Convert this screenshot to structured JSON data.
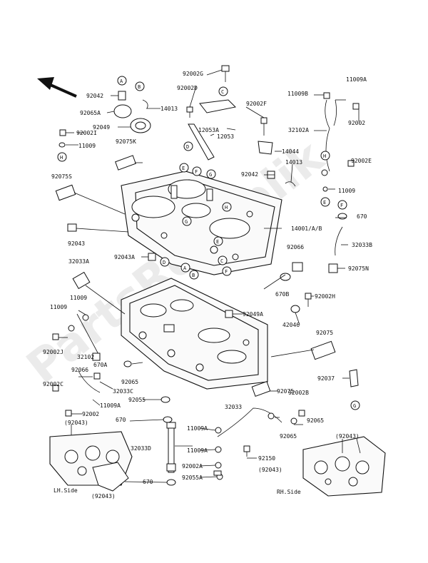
{
  "watermark": "PartsRepublik",
  "sides": {
    "left": "LH.Side",
    "right": "RH.Side"
  },
  "labels": {
    "p92002G": "92002G",
    "p92042": "92042",
    "p92065A": "92065A",
    "p14013a": "14013",
    "p92049": "92049",
    "p92002D": "92002D",
    "p12053A": "12053A",
    "p12053": "12053",
    "p92002I": "92002I",
    "p11009a": "11009",
    "p92075K": "92075K",
    "p92002F": "92002F",
    "p14044": "14044",
    "p92042b": "92042",
    "p14013b": "14013",
    "p11009A_tr": "11009A",
    "p11009B_tr": "11009B",
    "p32102A": "32102A",
    "p92002_tr": "92002",
    "p92002E": "92002E",
    "p11009_r": "11009",
    "p670_r": "670",
    "p92075S": "92075S",
    "p92043": "92043",
    "p14001": "14001/A/B",
    "p32033B": "32033B",
    "p92043A": "92043A",
    "p92066": "92066",
    "p92075N": "92075N",
    "p32033A": "32033A",
    "p670B": "670B",
    "p92002H": "92002H",
    "p11009_l1": "11009",
    "p11009_l2": "11009",
    "p92049A": "92049A",
    "p42046": "42046",
    "p92002J": "92002J",
    "p32102": "32102",
    "p670A": "670A",
    "p92075": "92075",
    "p92066_l": "92066",
    "p92065": "92065",
    "p92037": "92037",
    "p92002C": "92002C",
    "p32033C": "32033C",
    "p92055": "92055",
    "p11009A": "11009A",
    "p92002B": "92002B",
    "p670_l": "670",
    "p32033": "32033",
    "p92075_m": "92075",
    "p92065_m": "92065",
    "p92002_l": "92002",
    "p92043_l": "(92043)",
    "p11009A_m": "11009A",
    "p92065_b": "92065",
    "p32033D": "32033D",
    "p11009A_m2": "11009A",
    "p92150": "92150",
    "p92043_r": "(92043)",
    "p92002A": "92002A",
    "p92043_r2": "(92043)",
    "p670_b": "670",
    "p92055A": "92055A",
    "p92043_lb": "(92043)"
  },
  "callouts": [
    "A",
    "B",
    "C",
    "D",
    "E",
    "F",
    "G",
    "H",
    "A",
    "B",
    "C",
    "D",
    "E",
    "F",
    "G",
    "H",
    "E",
    "F",
    "G",
    "H"
  ]
}
